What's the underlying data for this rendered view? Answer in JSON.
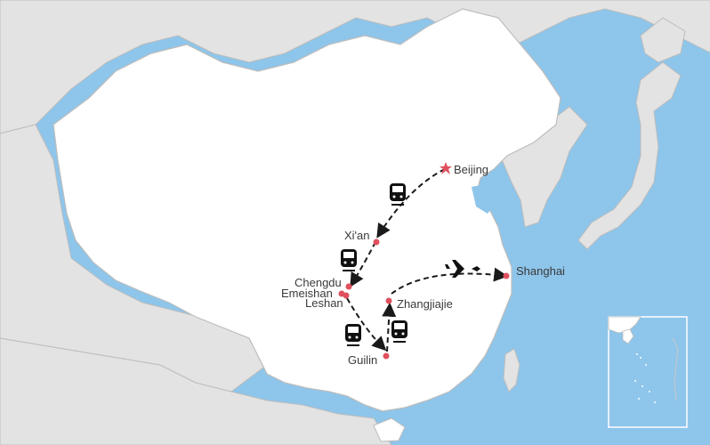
{
  "map": {
    "colors": {
      "sea": "#8ec5ea",
      "china_land": "#ffffff",
      "other_land": "#e3e3e3",
      "border": "#bdbdbd",
      "route": "#1a1a1a",
      "city_dot": "#e0505e",
      "label": "#3a3a3a"
    },
    "cities": [
      {
        "id": "beijing",
        "name": "Beijing",
        "marker": "star-icon"
      },
      {
        "id": "xian",
        "name": "Xi'an",
        "marker": "dot"
      },
      {
        "id": "chengdu",
        "name": "Chengdu",
        "marker": "dot"
      },
      {
        "id": "emeishan",
        "name": "Emeishan",
        "marker": "dot"
      },
      {
        "id": "leshan",
        "name": "Leshan",
        "marker": "dot"
      },
      {
        "id": "guilin",
        "name": "Guilin",
        "marker": "dot"
      },
      {
        "id": "zhangjiajie",
        "name": "Zhangjiajie",
        "marker": "dot"
      },
      {
        "id": "shanghai",
        "name": "Shanghai",
        "marker": "dot"
      }
    ],
    "routes": [
      {
        "from": "Beijing",
        "to": "Xi'an",
        "mode": "train-icon"
      },
      {
        "from": "Xi'an",
        "to": "Chengdu",
        "mode": "train-icon"
      },
      {
        "from": "Leshan",
        "to": "Guilin",
        "mode": "train-icon"
      },
      {
        "from": "Guilin",
        "to": "Zhangjiajie",
        "mode": "train-icon"
      },
      {
        "from": "Zhangjiajie",
        "to": "Shanghai",
        "mode": "airplane-icon"
      }
    ],
    "inset": "south-china-sea-inset"
  }
}
